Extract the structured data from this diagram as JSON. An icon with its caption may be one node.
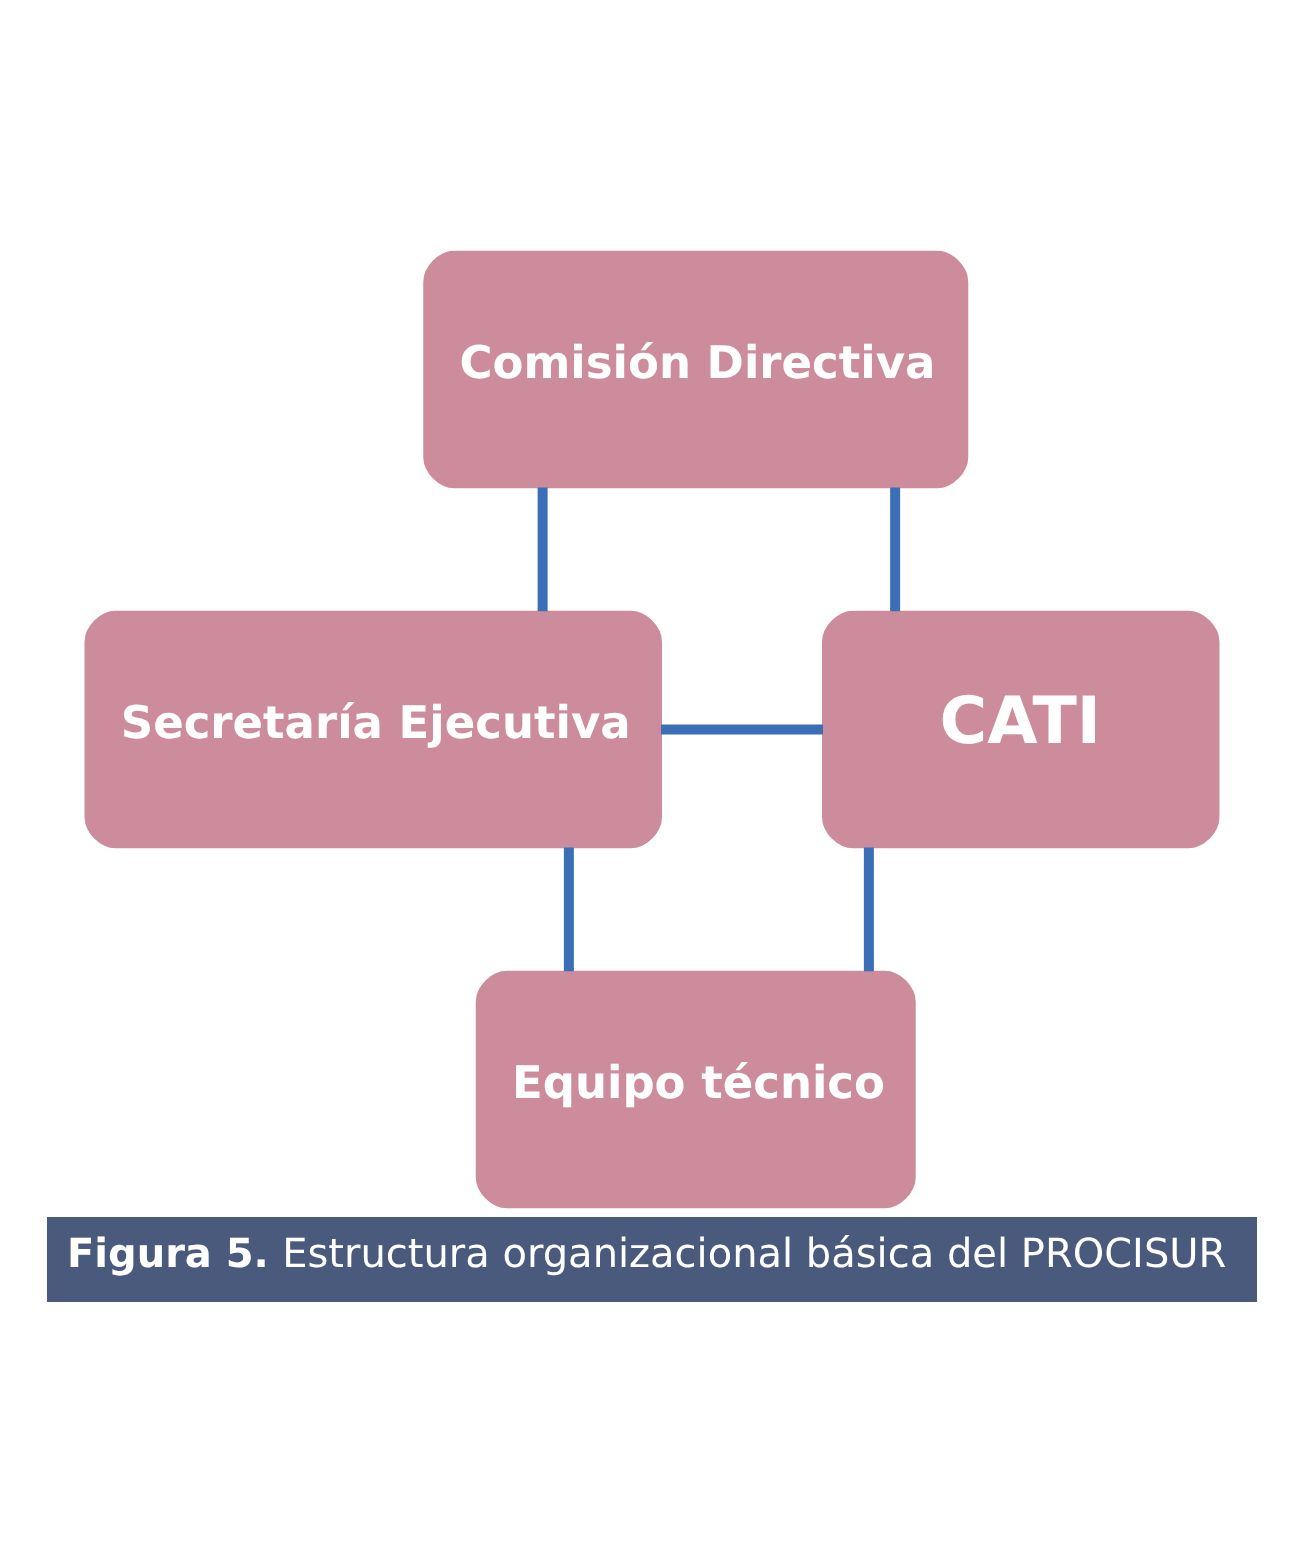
{
  "diagram": {
    "caption": "**Figura 5.** Estructura organizacional básica del PROCISUR",
    "nodes": [
      {
        "text": [
          "Comisión Directiva"
        ]
      },
      {
        "text": [
          "Secretaría Ejecutiva"
        ]
      },
      {
        "text": [
          "CATI"
        ]
      },
      {
        "text": [
          "Equipo técnico"
        ]
      }
    ],
    "edges": [
      {
        "from": 0,
        "to": 1,
        "arrow": "none"
      },
      {
        "from": 0,
        "to": 2,
        "arrow": "none"
      },
      {
        "from": 1,
        "to": 2,
        "arrow": "none"
      },
      {
        "from": 1,
        "to": 3,
        "arrow": "none"
      },
      {
        "from": 2,
        "to": 3,
        "arrow": "none"
      }
    ]
  }
}
